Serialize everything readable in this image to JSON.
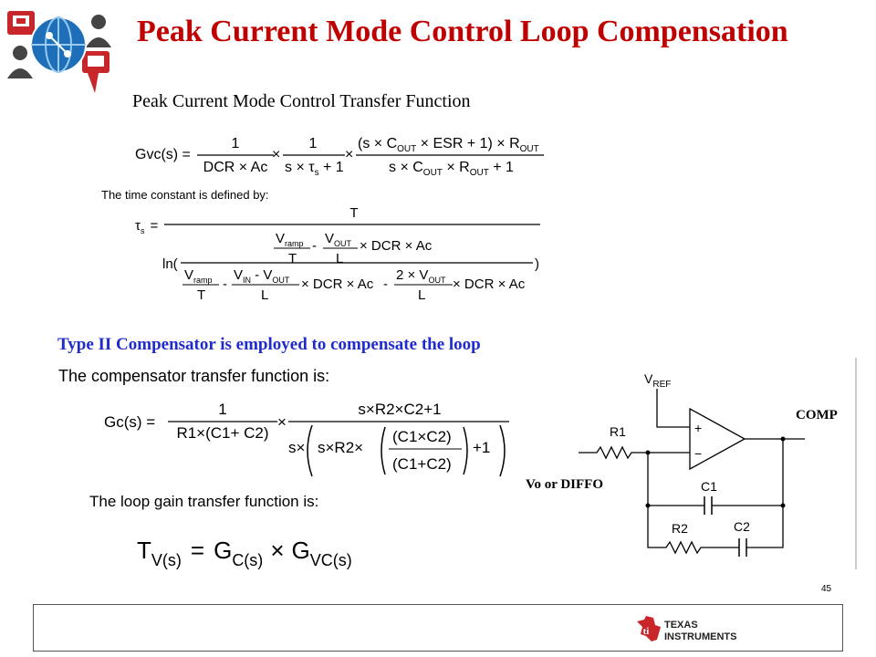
{
  "header": {
    "title": "Peak Current Mode Control Loop Compensation",
    "logo_icon": "networked-people-globe-icon"
  },
  "section1": {
    "heading": "Peak Current Mode Control Transfer Function",
    "gvc": {
      "lhs": "Gvc(s) =",
      "f1_num": "1",
      "f1_den": "DCR × Ac",
      "times": "×",
      "f2_num": "1",
      "f2_den_a": "s × τ",
      "f2_den_sub": "s",
      "f2_den_b": " + 1",
      "f3_num_a": "(s × C",
      "f3_num_sub1": "OUT",
      "f3_num_b": " × ESR + 1) × R",
      "f3_num_sub2": "OUT",
      "f3_den_a": "s × C",
      "f3_den_sub1": "OUT",
      "f3_den_b": " × R",
      "f3_den_sub2": "OUT",
      "f3_den_c": " + 1"
    },
    "time_constant_label": "The time constant is defined by:",
    "tau": {
      "lhs": "τ",
      "lhs_sub": "s",
      "eq": "=",
      "num": "T",
      "ln": "ln(",
      "close": ")",
      "vramp": "V",
      "vramp_sub": "ramp",
      "T": "T",
      "minus": "-",
      "vout": "V",
      "vout_sub": "OUT",
      "L": "L",
      "dcr_ac": "× DCR × Ac",
      "vin": "V",
      "vin_sub": "IN",
      "vin_minus_vout": " - V",
      "two_vout": "2 × V"
    }
  },
  "section2": {
    "heading": "Type II Compensator is employed to compensate the loop",
    "comp_tf_label": "The compensator transfer function is:",
    "gc": {
      "lhs": "Gc(s) =",
      "f1_num": "1",
      "f1_den": "R1×(C1+ C2)",
      "times": "×",
      "f2_num": "s×R2×C2+1",
      "f2_den_s": "s×",
      "f2_den_inner": "s×R2×",
      "f2_den_frac_num": "(C1×C2)",
      "f2_den_frac_den": "(C1+C2)",
      "f2_den_plus1": "+1"
    },
    "loop_gain_label": "The loop gain transfer function is:",
    "loop": {
      "T": "T",
      "T_sub": "V(s)",
      "eq": "=",
      "G1": "G",
      "G1_sub": "C(s)",
      "times": "×",
      "G2": "G",
      "G2_sub": "VC(s)"
    }
  },
  "circuit": {
    "vref": "V",
    "vref_sub": "REF",
    "r1": "R1",
    "c1": "C1",
    "r2": "R2",
    "c2": "C2",
    "plus": "+",
    "minus": "−",
    "comp_label": "COMP",
    "vo_label": "Vo or DIFFO"
  },
  "footer": {
    "page_number": "45",
    "logo_text_1": "TEXAS",
    "logo_text_2": "INSTRUMENTS",
    "logo_icon": "texas-instruments-logo-icon"
  }
}
